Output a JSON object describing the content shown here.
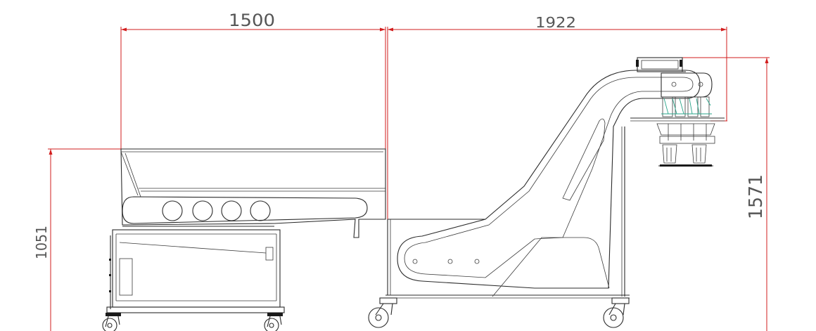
{
  "dimensions": {
    "hopper_length": "1500",
    "conveyor_length": "1922",
    "hopper_height": "1051",
    "conveyor_height": "1571"
  },
  "colors": {
    "outline": "#2b2b2b",
    "dimension_line": "#d21e1e",
    "nozzle_guide": "#2aa58a",
    "dimension_text": "#555555"
  }
}
